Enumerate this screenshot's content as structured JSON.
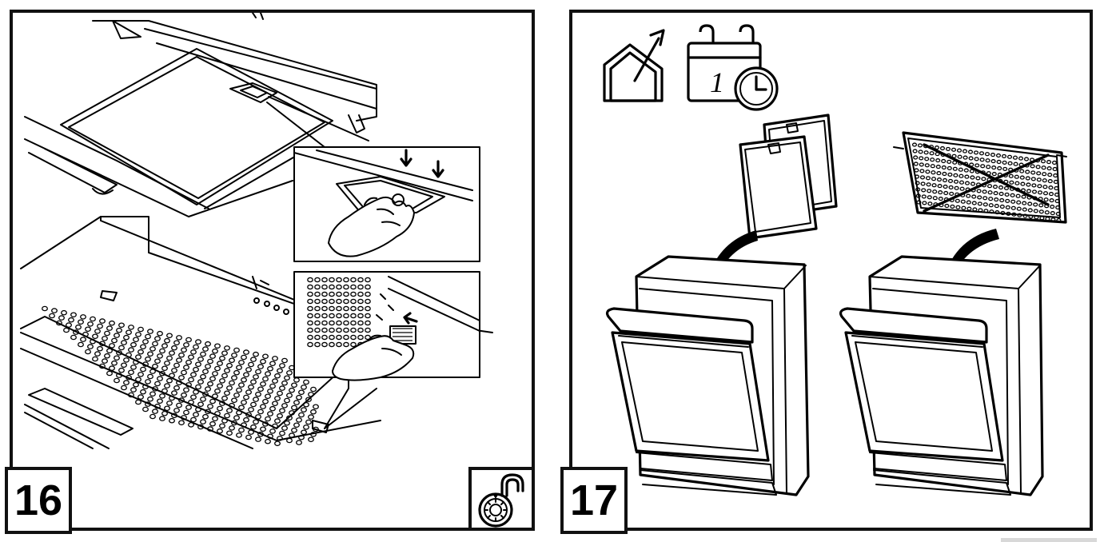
{
  "steps": [
    {
      "number": "16"
    },
    {
      "number": "17"
    }
  ],
  "icons": {
    "step16": [
      "unlock-icon"
    ],
    "step17": [
      "outdoor-exhaust-icon",
      "calendar-clock-icon",
      "filter-panel-icon",
      "metal-grease-filter-crossed-icon",
      "dishwasher-icon"
    ]
  },
  "calendar_day": "1",
  "colors": {
    "line": "#000000",
    "background": "#ffffff"
  }
}
